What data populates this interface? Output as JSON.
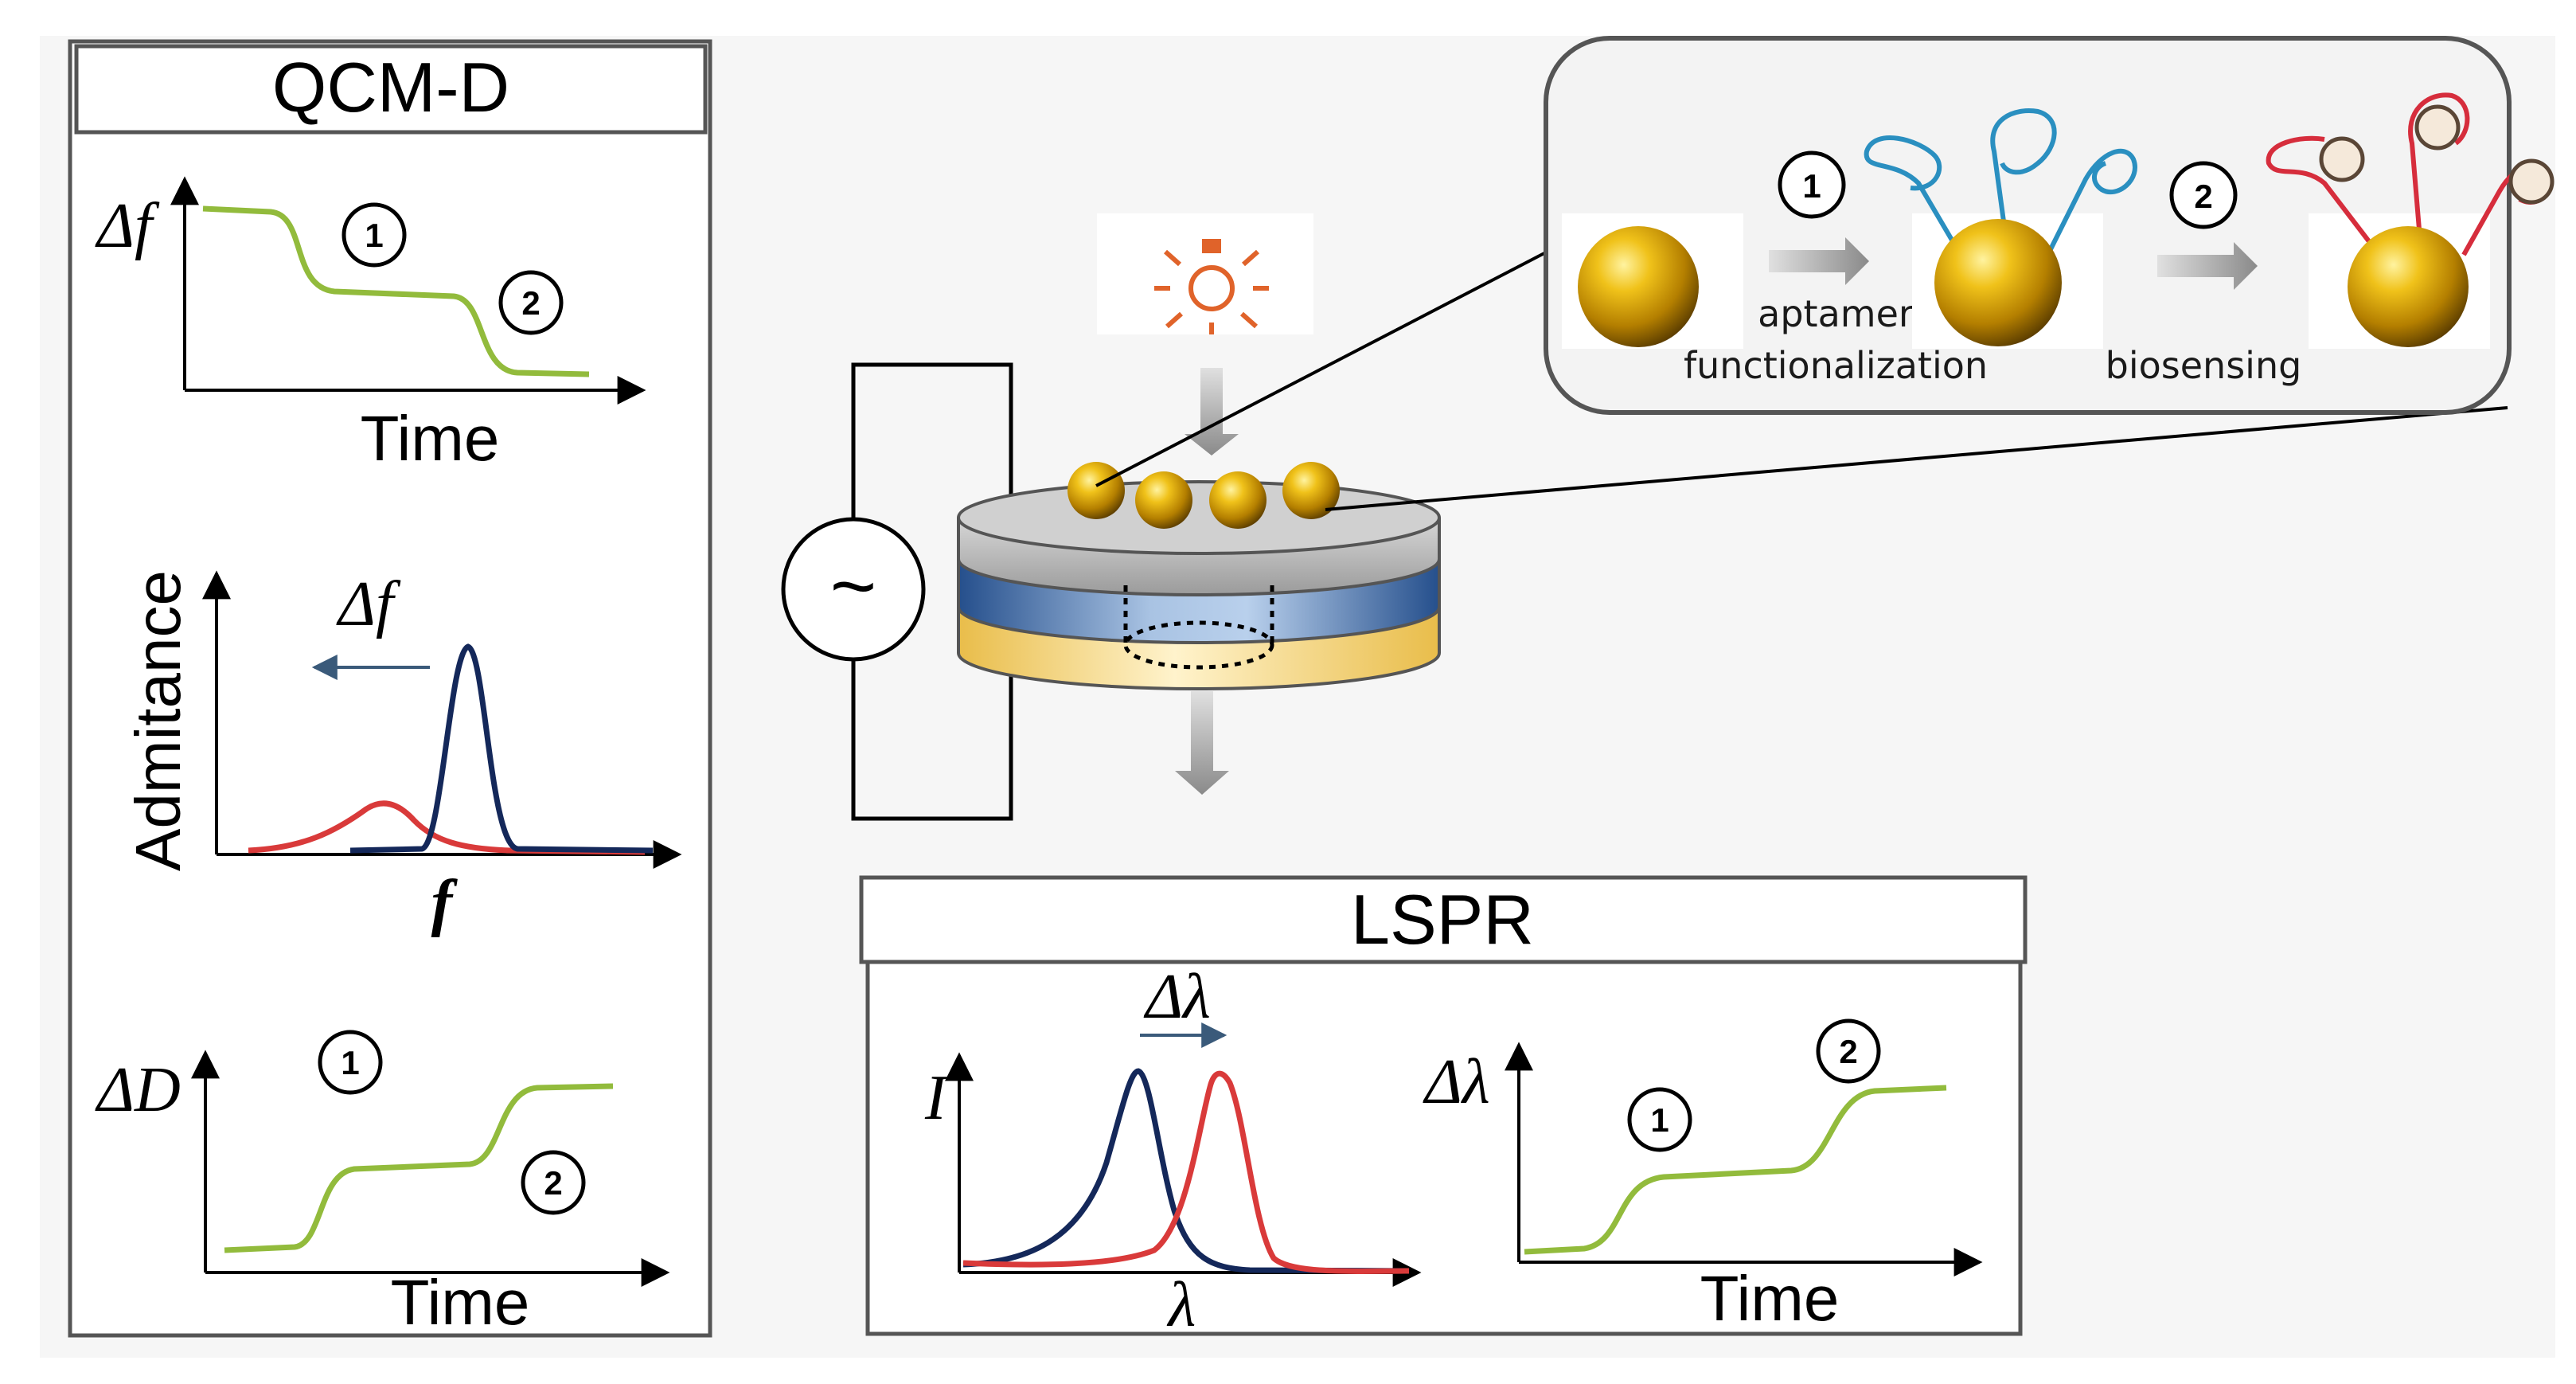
{
  "qcm": {
    "title": "QCM-D",
    "plot1": {
      "ylabel": "Δf",
      "xlabel": "Time",
      "step1": "1",
      "step2": "2"
    },
    "plot2": {
      "ylabel": "Admitance",
      "xlabel": "f",
      "shift_label": "Δf"
    },
    "plot3": {
      "ylabel": "ΔD",
      "xlabel": "Time",
      "step1": "1",
      "step2": "2"
    }
  },
  "lspr": {
    "title": "LSPR",
    "plot1": {
      "ylabel": "I",
      "xlabel": "λ",
      "shift_label": "Δλ"
    },
    "plot2": {
      "ylabel": "Δλ",
      "xlabel": "Time",
      "step1": "1",
      "step2": "2"
    }
  },
  "process": {
    "step1": "1",
    "step2": "2",
    "label1_line1": "aptamer",
    "label1_line2": "functionalization",
    "label2": "biosensing"
  },
  "source_symbol": "~",
  "colors": {
    "green_curve": "#92bb3c",
    "navy_curve": "#14285a",
    "red_curve": "#d93a3a",
    "aptamer": "#2a8fc0",
    "bound_aptamer": "#d62d3c",
    "gold": "#c79400",
    "lamp": "#e0632a"
  }
}
